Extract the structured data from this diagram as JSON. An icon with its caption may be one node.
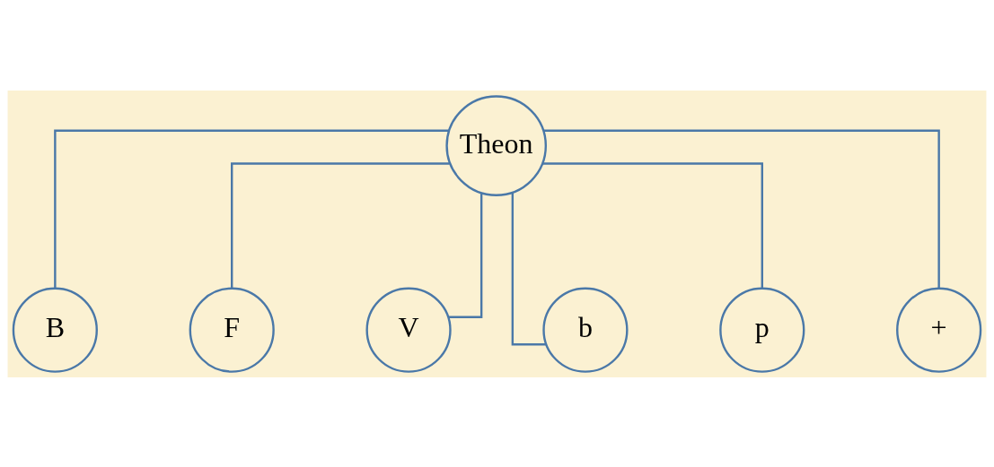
{
  "diagram": {
    "nodes": [
      {
        "text": [
          "Theon"
        ]
      },
      {
        "text": [
          "B"
        ]
      },
      {
        "text": [
          "F"
        ]
      },
      {
        "text": [
          "V"
        ]
      },
      {
        "text": [
          "b"
        ]
      },
      {
        "text": [
          "p"
        ]
      },
      {
        "text": [
          "+"
        ]
      }
    ],
    "edges": [
      {
        "from": 0,
        "to": 1,
        "arrow": "none"
      },
      {
        "from": 0,
        "to": 2,
        "arrow": "none"
      },
      {
        "from": 0,
        "to": 3,
        "arrow": "none"
      },
      {
        "from": 0,
        "to": 4,
        "arrow": "none"
      },
      {
        "from": 0,
        "to": 5,
        "arrow": "none"
      },
      {
        "from": 0,
        "to": 6,
        "arrow": "none"
      }
    ]
  }
}
